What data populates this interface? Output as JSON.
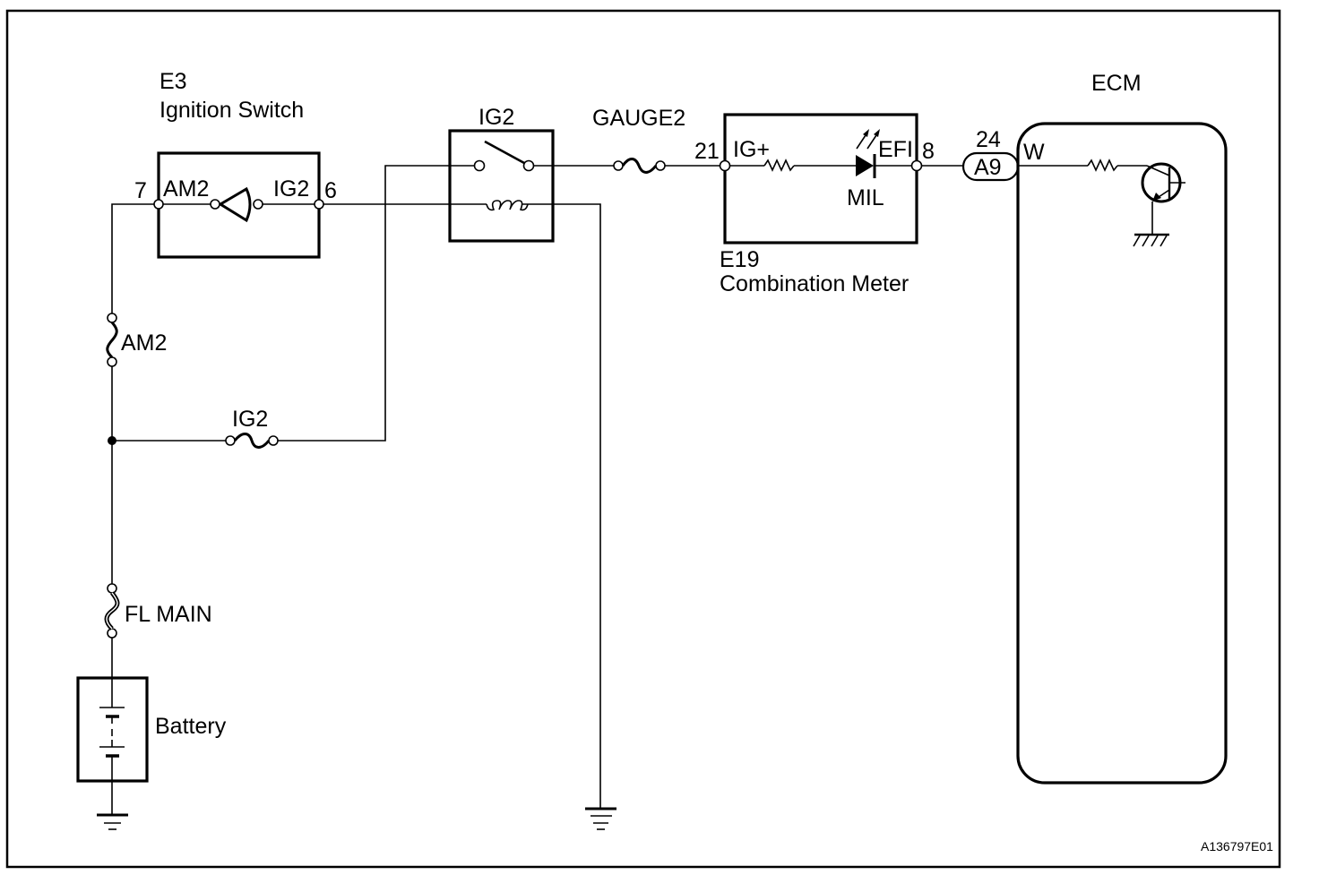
{
  "diagram": {
    "reference_code": "A136797E01",
    "colors": {
      "ink": "#000000",
      "background": "#ffffff"
    }
  },
  "ignition_switch": {
    "connector": "E3",
    "name": "Ignition Switch",
    "pin_left": "7",
    "pin_left_label": "AM2",
    "pin_right": "6",
    "pin_right_label": "IG2"
  },
  "relay": {
    "name": "IG2"
  },
  "fuses": {
    "gauge2": "GAUGE2",
    "am2": "AM2",
    "ig2": "IG2",
    "fl_main": "FL MAIN"
  },
  "combination_meter": {
    "connector": "E19",
    "name": "Combination Meter",
    "pin_in": "21",
    "pin_in_label": "IG+",
    "pin_out": "8",
    "pin_out_label": "EFI",
    "lamp_label": "MIL"
  },
  "connector_a9": {
    "pin": "24",
    "name": "A9"
  },
  "ecm": {
    "name": "ECM",
    "wire_color": "W"
  },
  "battery": {
    "name": "Battery"
  }
}
